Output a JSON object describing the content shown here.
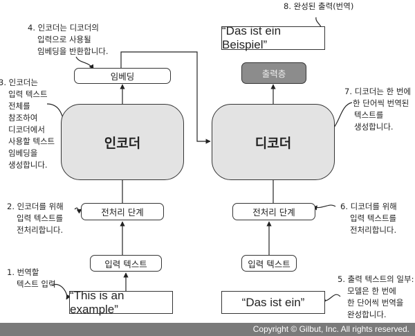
{
  "encoder": {
    "embedding": "임베딩",
    "block": "인코더",
    "preprocess": "전처리 단계",
    "input": "입력 텍스트",
    "example": "“This is an example”"
  },
  "decoder": {
    "output_text": "“Das ist ein Beispiel”",
    "output_layer": "출력층",
    "block": "디코더",
    "preprocess": "전처리 단계",
    "input": "입력 텍스트",
    "partial": "“Das ist ein”"
  },
  "notes": {
    "n1": [
      "1. 번역할",
      "텍스트 입력"
    ],
    "n2": [
      "2. 인코더를 위해",
      "입력 텍스트를",
      "전처리합니다."
    ],
    "n3": [
      "3. 인코더는",
      "입력 텍스트",
      "전체를",
      "참조하여",
      "디코더에서",
      "사용할 텍스트",
      "임베딩을",
      "생성합니다."
    ],
    "n4": [
      "4. 인코더는 디코더의",
      "입력으로 사용될",
      "임베딩을 반환합니다."
    ],
    "n5": [
      "5. 출력 텍스트의 일부:",
      "모델은 한 번에",
      "한 단어씩 번역을",
      "완성합니다."
    ],
    "n6": [
      "6. 디코더를 위해",
      "입력 텍스트를",
      "전처리합니다."
    ],
    "n7": [
      "7. 디코더는 한 번에",
      "한 단어씩 번역된",
      "텍스트를",
      "생성합니다."
    ],
    "n8": [
      "8. 완성된 출력(번역)"
    ]
  },
  "footer": "Copyright © Gilbut, Inc. All rights reserved."
}
